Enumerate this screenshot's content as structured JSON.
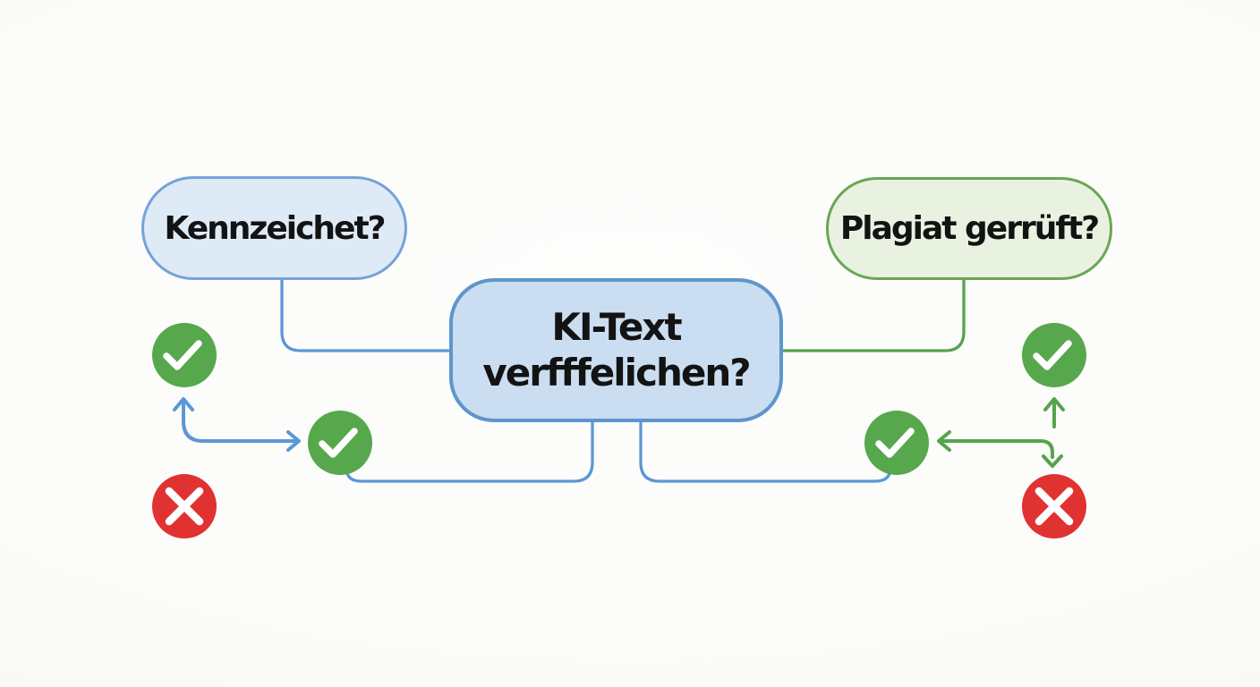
{
  "diagram": {
    "background": "#fbfbf9",
    "nodes": {
      "left": {
        "label": "Kennzeichet?",
        "fill": "#dfeaf7",
        "border": "#74a3d6"
      },
      "center": {
        "label_line1": "KI-Text",
        "label_line2": "verfffelichen?",
        "fill": "#cbddf1",
        "border": "#5d96cc"
      },
      "right": {
        "label": "Plagiat gerrüft?",
        "fill": "#e9f2e1",
        "border": "#6aa653"
      }
    },
    "colors": {
      "connector_blue": "#5b97d6",
      "connector_green": "#55a34c",
      "check_circle": "#57a84d",
      "cross_circle": "#e03231",
      "mark": "#ffffff"
    },
    "icons": {
      "yes": "check-icon",
      "no": "x-icon"
    }
  }
}
